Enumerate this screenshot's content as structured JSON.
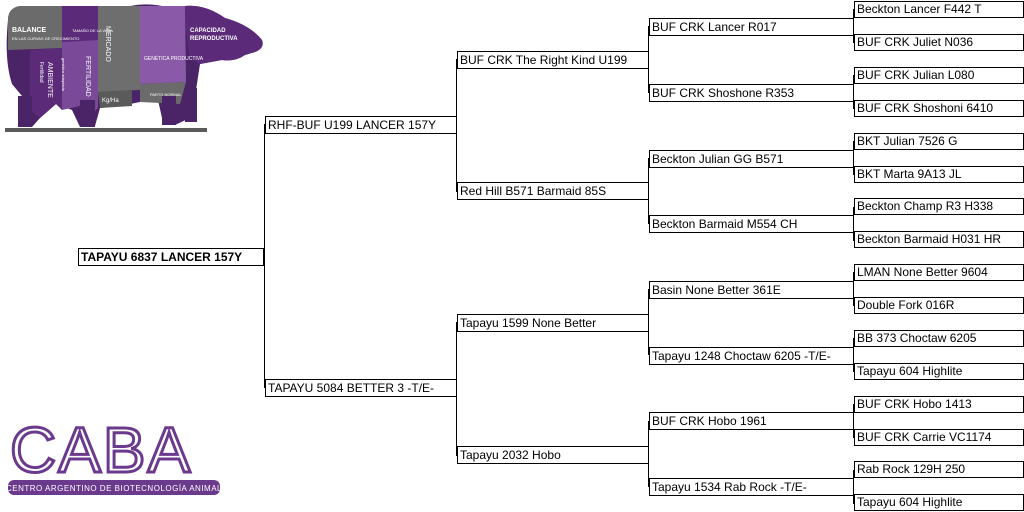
{
  "pedigree": {
    "root": "TAPAYU 6837 LANCER 157Y",
    "sire": "RHF-BUF U199 LANCER 157Y",
    "dam": "TAPAYU 5084 BETTER 3 -T/E-",
    "ss": "BUF CRK The Right Kind U199",
    "sd": "Red Hill B571 Barmaid 85S",
    "ds": "Tapayu 1599 None Better",
    "dd": "Tapayu 2032 Hobo",
    "sss": "BUF CRK Lancer R017",
    "ssd": "BUF CRK Shoshone R353",
    "sds": "Beckton Julian GG B571",
    "sdd": "Beckton Barmaid M554 CH",
    "dss": "Basin None Better 361E",
    "dsd": "Tapayu 1248 Choctaw 6205 -T/E-",
    "dds": "BUF CRK Hobo 1961",
    "ddd": "Tapayu 1534 Rab Rock -T/E-",
    "g4": [
      "Beckton Lancer F442 T",
      "BUF CRK Juliet N036",
      "BUF CRK Julian L080",
      "BUF CRK Shoshoni 6410",
      "BKT Julian 7526 G",
      "BKT Marta 9A13 JL",
      "Beckton Champ R3 H338",
      "Beckton Barmaid H031 HR",
      "LMAN None Better 9604",
      "Double Fork 016R",
      "BB 373 Choctaw 6205",
      "Tapayu 604 Highlite",
      "BUF CRK Hobo 1413",
      "BUF CRK Carrie VC1174",
      "Rab Rock 129H 250",
      "Tapayu 604 Highlite"
    ]
  },
  "puzzle_logo": {
    "pieces": {
      "balance": "BALANCE",
      "balance_sub": "EN LAS CURVAS DE CRECIMIENTO",
      "tamano": "TAMAÑO DE LA VACA",
      "mercado": "MERCADO",
      "ambiente": "AMBIENTE",
      "ambiente_sub": "Fertilidad",
      "genetica_adaptada": "genética adaptada",
      "fertilidad": "FERTILIDAD",
      "kgha": "Kg/Ha",
      "genetica_productiva": "GENÉTICA PRODUCTIVA",
      "capacidad": "CAPACIDAD",
      "reproductiva": "REPRODUCTIVA",
      "parto": "PARTO NORMAL"
    },
    "colors": {
      "purple": "#5b2a78",
      "gray": "#6b6b6b",
      "light_purple": "#8a5aa8",
      "dark": "#3d1f55"
    }
  },
  "caba_logo": {
    "wordmark": "CABA",
    "tagline": "CENTRO ARGENTINO DE BIOTECNOLOGÍA ANIMAL",
    "colors": {
      "purple": "#6b3a8c",
      "gray": "#555555"
    }
  }
}
